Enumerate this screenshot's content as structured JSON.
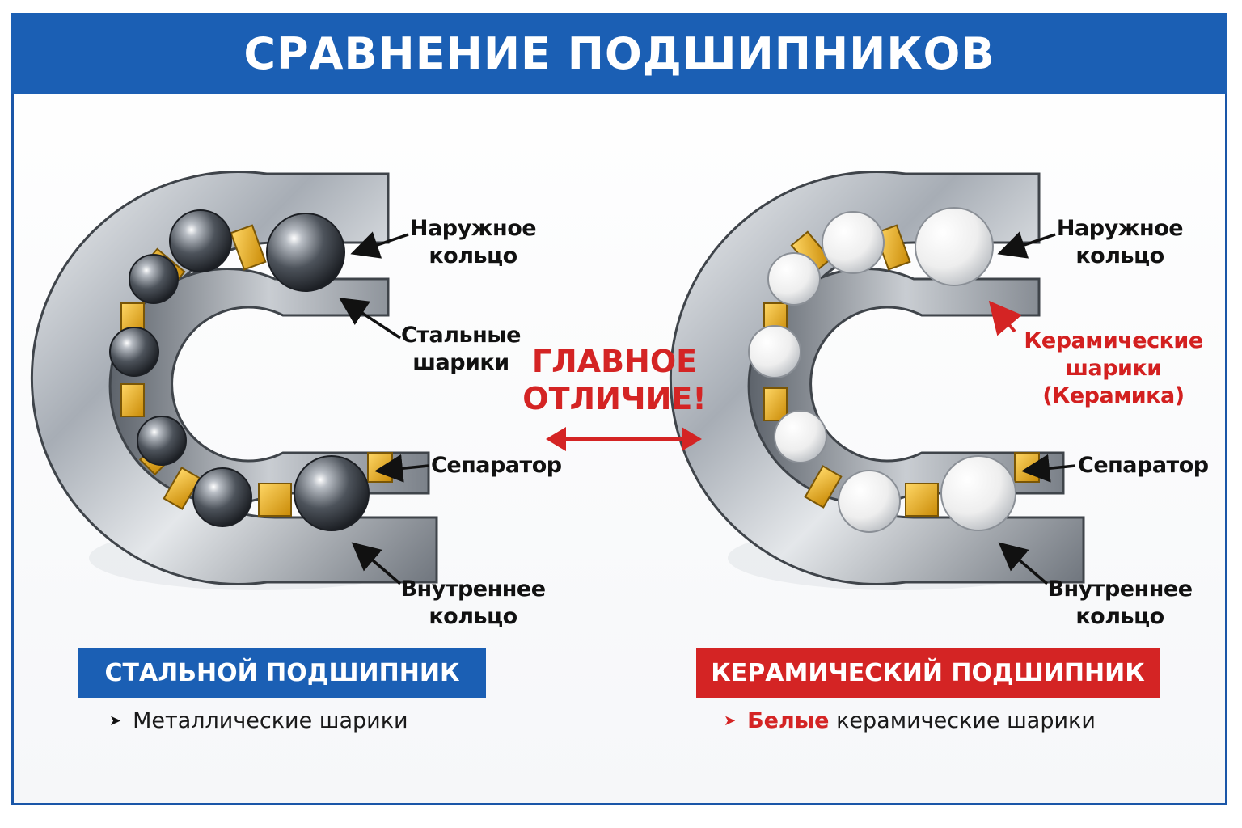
{
  "title": "СРАВНЕНИЕ ПОДШИПНИКОВ",
  "center": {
    "line1": "ГЛАВНОЕ",
    "line2": "ОТЛИЧИЕ!"
  },
  "left": {
    "labels": {
      "outer_ring": [
        "Наружное",
        "кольцо"
      ],
      "balls": [
        "Стальные",
        "шарики"
      ],
      "cage": [
        "Сепаратор"
      ],
      "inner_ring": [
        "Внутреннее",
        "кольцо"
      ]
    },
    "caption": "СТАЛЬНОЙ ПОДШИПНИК",
    "note": "Металлические шарики"
  },
  "right": {
    "labels": {
      "outer_ring": [
        "Наружное",
        "кольцо"
      ],
      "balls": [
        "Керамические",
        "шарики",
        "(Керамика)"
      ],
      "cage": [
        "Сепаратор"
      ],
      "inner_ring": [
        "Внутреннее",
        "кольцо"
      ]
    },
    "caption": "КЕРАМИЧЕСКИЙ ПОДШИПНИК",
    "note_highlight": "Белые",
    "note_rest": "керамические шарики"
  },
  "colors": {
    "brand_blue": "#1b5fb4",
    "accent_red": "#d42424",
    "cage_gold": "#e0a91c",
    "steel_ball": "#4a4f57",
    "ceramic_ball": "#f2f2f2"
  }
}
